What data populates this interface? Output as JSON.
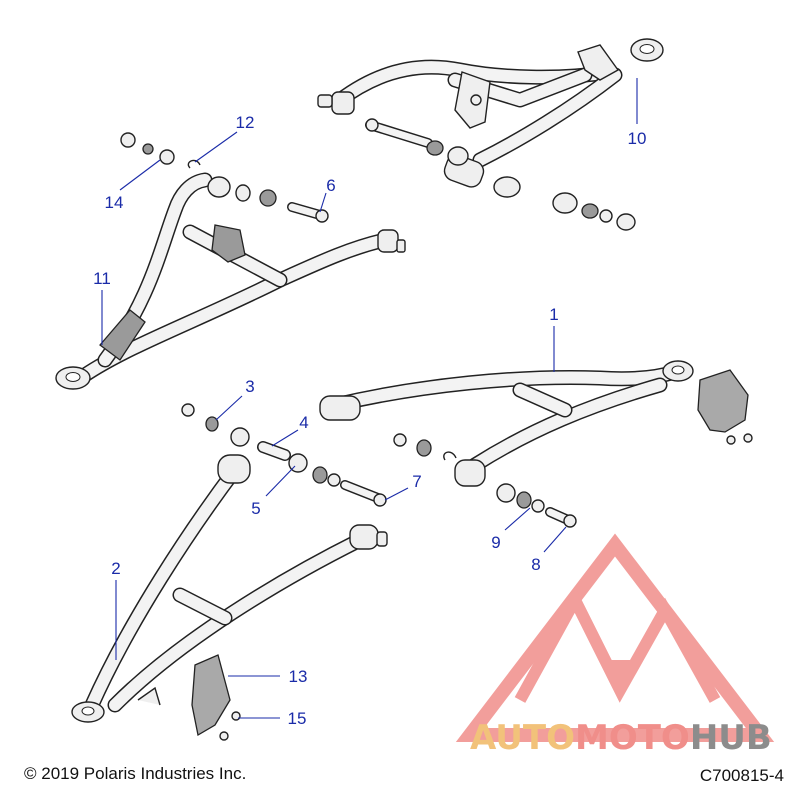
{
  "callouts": {
    "c1": "1",
    "c2": "2",
    "c3": "3",
    "c4": "4",
    "c5": "5",
    "c6": "6",
    "c7": "7",
    "c8": "8",
    "c9": "9",
    "c10": "10",
    "c11": "11",
    "c12": "12",
    "c13": "13",
    "c14": "14",
    "c15": "15"
  },
  "footer": {
    "copyright": "© 2019 Polaris Industries Inc.",
    "code": "C700815-4"
  },
  "watermark": {
    "part1": "AUTO",
    "part2": "MOTO",
    "part3": "HUB"
  },
  "colors": {
    "callout": "#1a2ba8",
    "watermark_red": "#f08e8a",
    "watermark_orange": "#f2c27a",
    "watermark_gray": "#8c8c8c"
  }
}
